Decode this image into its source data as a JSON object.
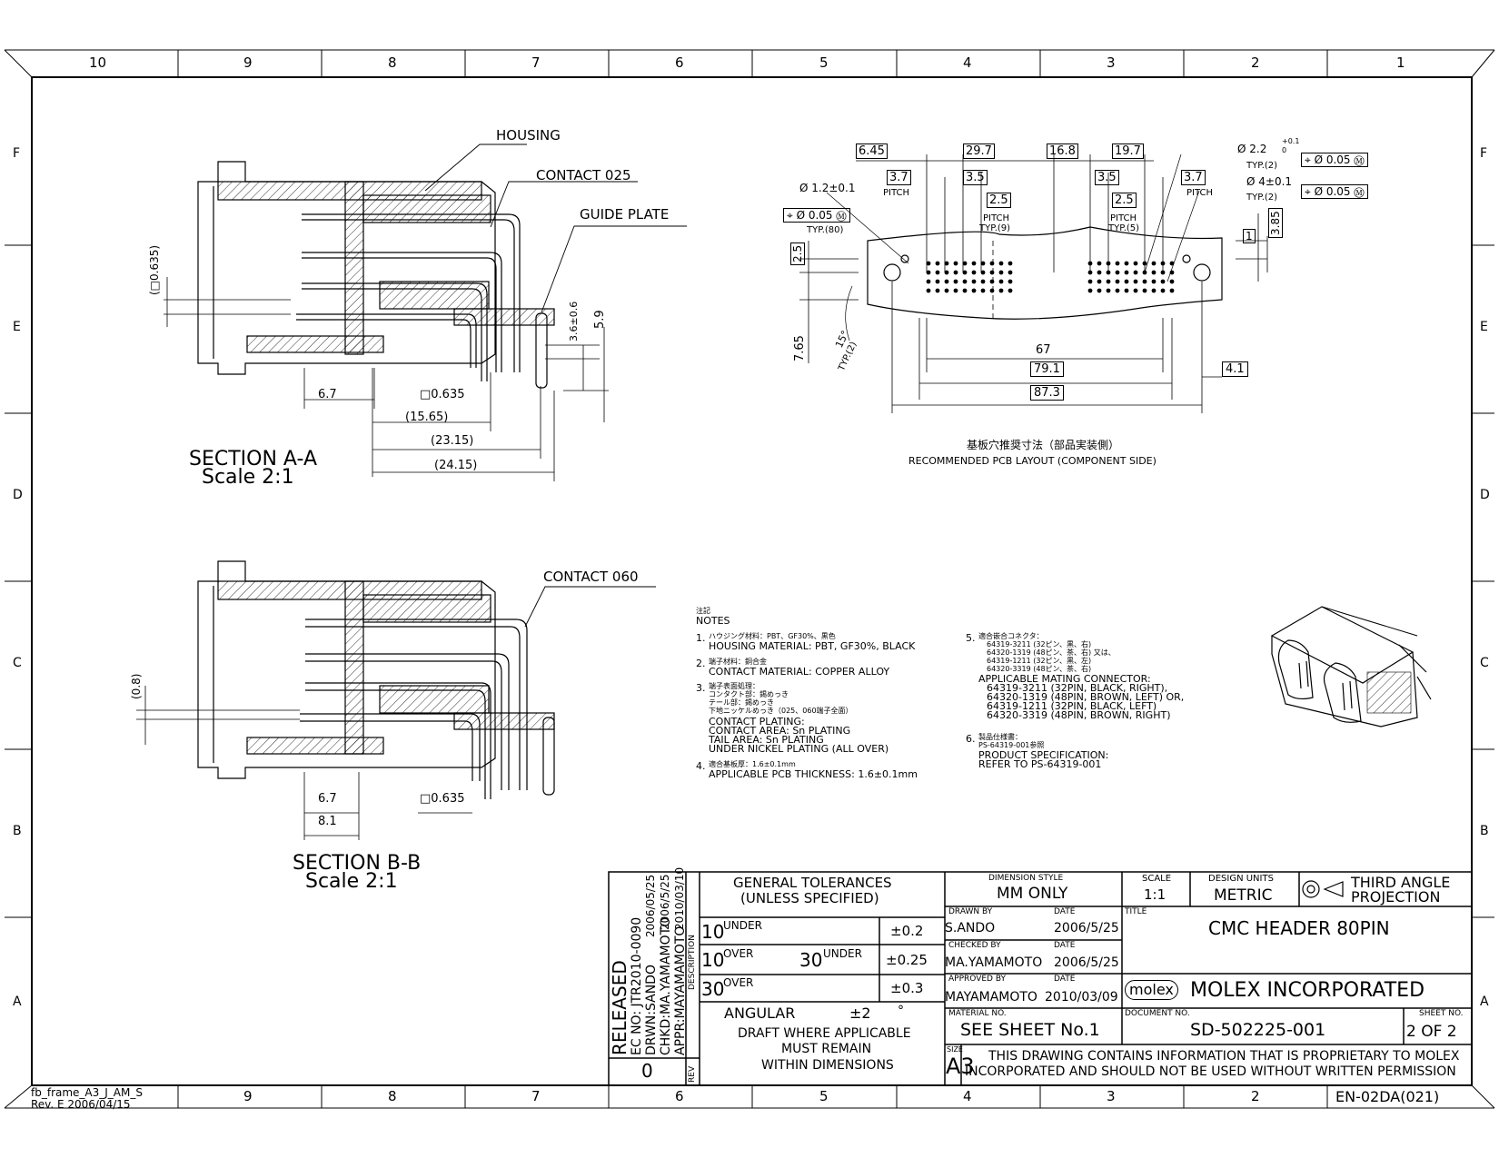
{
  "frame": {
    "columns": [
      "10",
      "9",
      "8",
      "7",
      "6",
      "5",
      "4",
      "3",
      "2",
      "1"
    ],
    "bottom_columns": [
      "9",
      "8",
      "7",
      "6",
      "5",
      "4",
      "3",
      "2"
    ],
    "rows": [
      "F",
      "E",
      "D",
      "C",
      "B",
      "A"
    ],
    "frame_name": "fb_frame_A3_J_AM_S",
    "frame_rev": "Rev. E 2006/04/15",
    "form_no": "EN-02DA(021)"
  },
  "section_aa": {
    "title": "SECTION A-A",
    "scale": "Scale 2:1",
    "callouts": {
      "housing": "HOUSING",
      "contact": "CONTACT 025",
      "guide": "GUIDE PLATE"
    },
    "dims": {
      "d1": "(□0.635)",
      "d2": "6.7",
      "d3": "□0.635",
      "d4": "(15.65)",
      "d5": "(23.15)",
      "d6": "(24.15)",
      "d7": "3.6±0.6",
      "d8": "5.9"
    }
  },
  "section_bb": {
    "title": "SECTION B-B",
    "scale": "Scale 2:1",
    "callouts": {
      "contact": "CONTACT 060"
    },
    "dims": {
      "d1": "(0.8)",
      "d2": "6.7",
      "d3": "8.1",
      "d4": "□0.635"
    }
  },
  "pcb": {
    "title_jp": "基板穴推奨寸法（部品実装側）",
    "title_en": "RECOMMENDED PCB LAYOUT (COMPONENT SIDE)",
    "dims": {
      "b645": "6.45",
      "b297": "29.7",
      "b168": "16.8",
      "b197": "19.7",
      "b37a": "3.7",
      "b35a": "3.5",
      "b35b": "3.5",
      "b37b": "3.7",
      "b25a": "2.5",
      "b25b": "2.5",
      "b25c": "2.5",
      "pitch": "PITCH",
      "typ9": "TYP.(9)",
      "typ5": "TYP.(5)",
      "typ80": "TYP.(80)",
      "typ2a": "TYP.(2)",
      "typ2b": "TYP.(2)",
      "phi12": "Ø 1.2±0.1",
      "phi22": "Ø 2.2",
      "phi22tol": "+0.1",
      "phi22tol2": "0",
      "phi4": "Ø 4±0.1",
      "fcf": "Ø 0.05 Ⓜ",
      "b1": "1",
      "b385": "3.85",
      "b765": "7.65",
      "b67": "67",
      "b791": "79.1",
      "b873": "87.3",
      "b41": "4.1",
      "ang": "15°",
      "angtyp": "TYP.(2)"
    }
  },
  "notes": {
    "heading_jp": "注記",
    "heading": "NOTES",
    "n1": [
      "1.",
      "ハウジング材料：PBT、GF30%、黒色",
      "HOUSING MATERIAL: PBT, GF30%, BLACK"
    ],
    "n2": [
      "2.",
      "端子材料：銅合金",
      "CONTACT MATERIAL: COPPER ALLOY"
    ],
    "n3": [
      "3.",
      "端子表面処理：",
      "コンタクト部：錫めっき",
      "テール部：錫めっき",
      "下地ニッケルめっき（025、060端子全面）",
      "CONTACT PLATING:",
      "CONTACT AREA: Sn PLATING",
      "TAIL AREA: Sn PLATING",
      "UNDER NICKEL PLATING (ALL OVER)"
    ],
    "n4": [
      "4.",
      "適合基板厚：1.6±0.1mm",
      "APPLICABLE PCB THICKNESS: 1.6±0.1mm"
    ],
    "n5": [
      "5.",
      "適合嵌合コネクタ：",
      "64319-3211 (32ピン、黒、右)",
      "64320-1319 (48ピン、茶、右) 又は、",
      "64319-1211 (32ピン、黒、左)",
      "64320-3319 (48ピン、茶、右)",
      "APPLICABLE MATING CONNECTOR:",
      "64319-3211 (32PIN, BLACK, RIGHT),",
      "64320-1319 (48PIN, BROWN, LEFT) OR,",
      "64319-1211 (32PIN, BLACK, LEFT)",
      "64320-3319 (48PIN, BROWN, RIGHT)"
    ],
    "n6": [
      "6.",
      "製品仕様書：",
      "PS-64319-001参照",
      "PRODUCT SPECIFICATION:",
      "REFER TO PS-64319-001"
    ]
  },
  "title_block": {
    "released": "RELEASED",
    "ec_no": "EC NO: JTR2010-0090",
    "drwn": "DRWN:SANDO",
    "drwn_date": "2006/05/25",
    "chkd": "CHKD:MA.YAMAMOTO",
    "chkd_date": "2006/5/25",
    "appr": "APPR:MAYAMAMOTO",
    "appr_date": "2010/03/10",
    "description": "DESCRIPTION",
    "rev_label": "REV",
    "rev": "0",
    "gen_tol_1": "GENERAL TOLERANCES",
    "gen_tol_2": "(UNLESS SPECIFIED)",
    "tol_rows": [
      {
        "a": "10",
        "a_sup": "UNDER",
        "b": "",
        "b_sup": "",
        "tol": "±0.2"
      },
      {
        "a": "10",
        "a_sup": "OVER",
        "b": "30",
        "b_sup": "UNDER",
        "tol": "±0.25"
      },
      {
        "a": "30",
        "a_sup": "OVER",
        "b": "",
        "b_sup": "",
        "tol": "±0.3"
      }
    ],
    "angular": "ANGULAR",
    "angular_tol": "±2",
    "deg": "°",
    "draft_1": "DRAFT WHERE APPLICABLE",
    "draft_2": "MUST REMAIN",
    "draft_3": "WITHIN DIMENSIONS",
    "dim_style_label": "DIMENSION STYLE",
    "dim_style": "MM ONLY",
    "scale_label": "SCALE",
    "scale": "1:1",
    "units_label": "DESIGN UNITS",
    "units": "METRIC",
    "projection_1": "THIRD ANGLE",
    "projection_2": "PROJECTION",
    "drawn_by_label": "DRAWN BY",
    "drawn_by": "S.ANDO",
    "date_label": "DATE",
    "drawn_date": "2006/5/25",
    "checked_by_label": "CHECKED BY",
    "checked_by": "MA.YAMAMOTO",
    "checked_date": "2006/5/25",
    "approved_by_label": "APPROVED BY",
    "approved_by": "MAYAMAMOTO",
    "approved_date": "2010/03/09",
    "title_label": "TITLE",
    "title": "CMC HEADER 80PIN",
    "logo": "molex",
    "company": "MOLEX INCORPORATED",
    "material_label": "MATERIAL NO.",
    "material": "SEE SHEET No.1",
    "document_label": "DOCUMENT NO.",
    "document": "SD-502225-001",
    "sheet_label": "SHEET NO.",
    "sheet": "2 OF 2",
    "size_label": "SIZE",
    "size": "A3",
    "proprietary_1": "THIS DRAWING CONTAINS INFORMATION THAT IS PROPRIETARY TO MOLEX",
    "proprietary_2": "INCORPORATED AND SHOULD NOT BE USED WITHOUT WRITTEN PERMISSION"
  }
}
